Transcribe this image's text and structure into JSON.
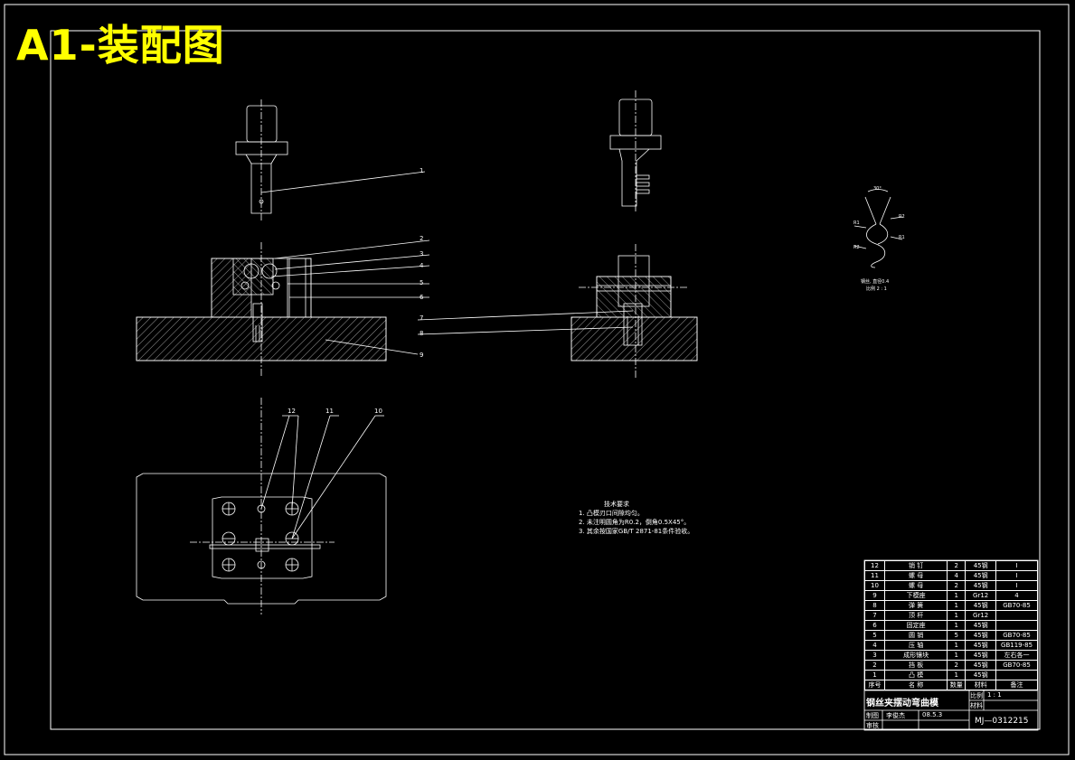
{
  "sheet_title": "A1-装配图",
  "balloons": [
    "1",
    "2",
    "3",
    "4",
    "5",
    "6",
    "7",
    "8",
    "9",
    "10",
    "11",
    "12"
  ],
  "dimension_labels": [
    "30°",
    "R1",
    "R2",
    "R1",
    "R2"
  ],
  "detail_note": [
    "钢丝, 直径0.4",
    "比例 2 : 1"
  ],
  "tech_notes": {
    "title": "技术要求",
    "lines": [
      "1. 凸模刃口间隙均匀。",
      "2. 未注明圆角为R0.2，倒角0.5X45°。",
      "3. 其余按国家GB/T 2871-81条件验收。"
    ]
  },
  "bom": {
    "rows": [
      [
        "12",
        "销  钉",
        "2",
        "45钢",
        "I"
      ],
      [
        "11",
        "螺  母",
        "4",
        "45钢",
        "I"
      ],
      [
        "10",
        "螺  母",
        "2",
        "45钢",
        "I"
      ],
      [
        "9",
        "下模座",
        "1",
        "Gr12",
        "4"
      ],
      [
        "8",
        "弹  簧",
        "1",
        "45钢",
        "GB70-85"
      ],
      [
        "7",
        "顶  杆",
        "1",
        "Gr12",
        ""
      ],
      [
        "6",
        "固定座",
        "1",
        "45钢",
        ""
      ],
      [
        "5",
        "圆  销",
        "5",
        "45钢",
        "GB70-85"
      ],
      [
        "4",
        "压  轴",
        "1",
        "45钢",
        "GB119-85"
      ],
      [
        "3",
        "成形镶块",
        "1",
        "45钢",
        "左右各一"
      ],
      [
        "2",
        "挡  板",
        "2",
        "45钢",
        "GB70-85"
      ],
      [
        "1",
        "凸  模",
        "1",
        "45钢",
        ""
      ]
    ],
    "header": [
      "序号",
      "名  称",
      "数量",
      "材料",
      "备注"
    ]
  },
  "title_block": {
    "part_name": "钢丝夹摆动弯曲模",
    "scale_label": "比例",
    "scale_value": "1 : 1",
    "material_label": "材料",
    "drawn_label": "制图",
    "checked_label": "审核",
    "drawer": "李俊杰",
    "date": "08.5.3",
    "drawing_no": "MJ—0312215"
  }
}
